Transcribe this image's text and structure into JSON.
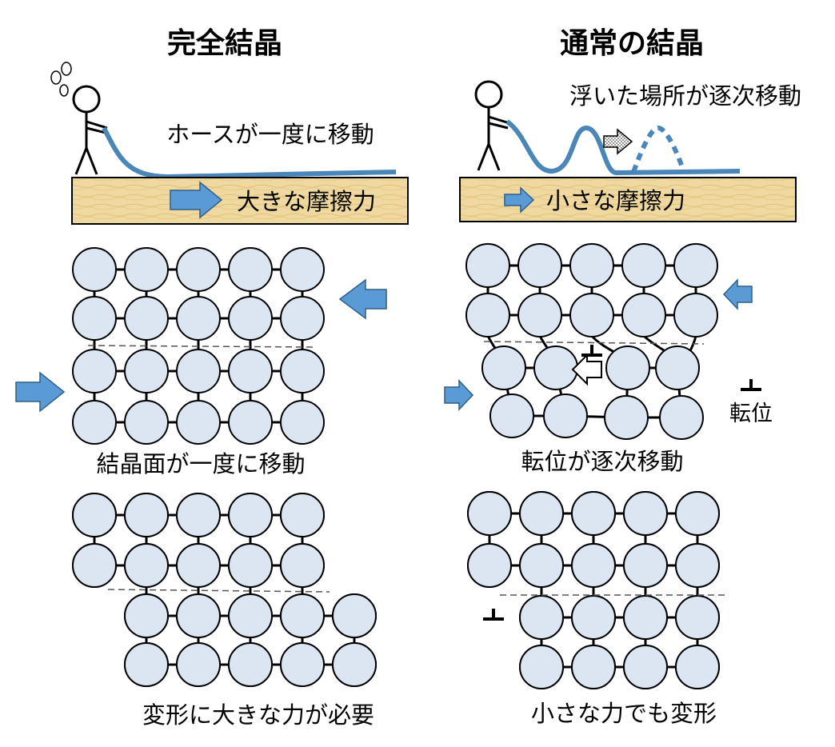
{
  "left": {
    "title": "完全結晶",
    "hose_caption": "ホースが一度に移動",
    "friction_label": "大きな摩擦力",
    "move_caption": "結晶面が一度に移動",
    "result_caption": "変形に大きな力が必要"
  },
  "right": {
    "title": "通常の結晶",
    "hose_caption": "浮いた場所が逐次移動",
    "friction_label": "小さな摩擦力",
    "dislocation_label": "転位",
    "move_caption": "転位が逐次移動",
    "result_caption": "小さな力でも変形"
  },
  "colors": {
    "atom_fill": "#dce6f2",
    "ground_fill": "#f0d9a0",
    "arrow_fill": "#5b9bd5",
    "hose": "#4a86b8"
  }
}
